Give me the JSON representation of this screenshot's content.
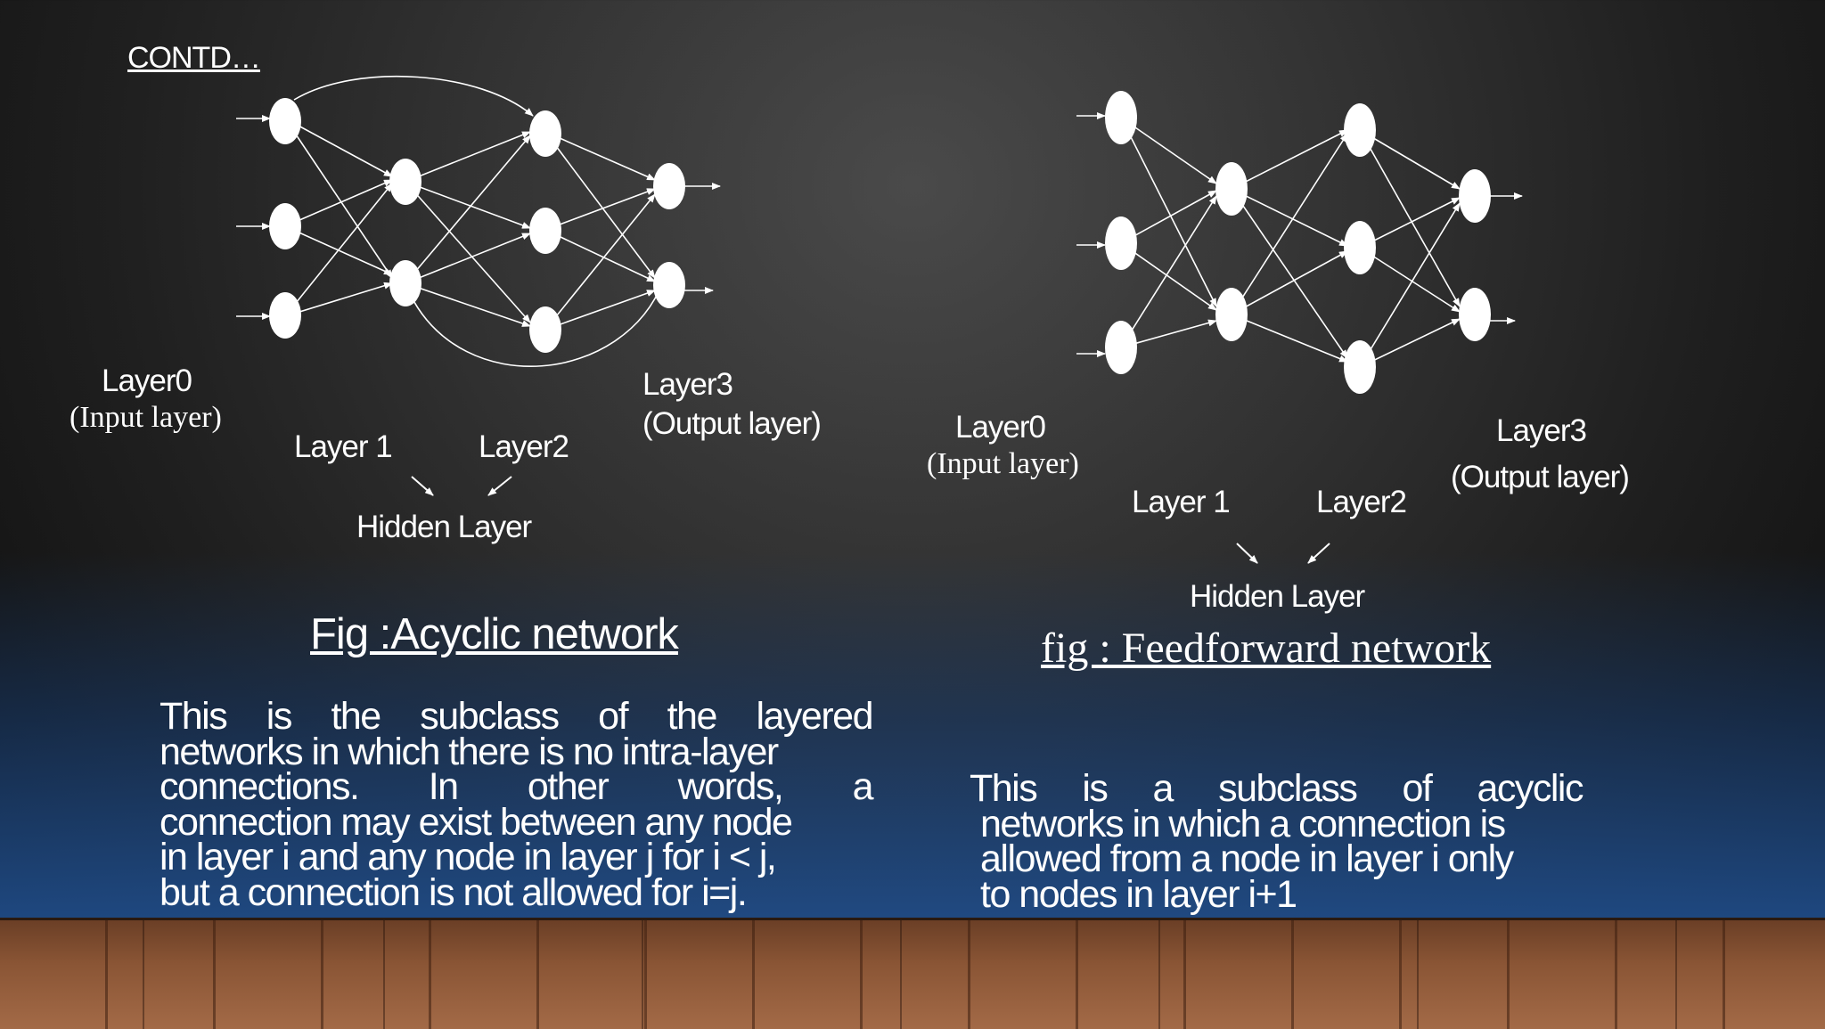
{
  "slide": {
    "heading": "CONTD…",
    "left_figure": {
      "layer0": "Layer0",
      "layer0_sub": "(Input layer)",
      "layer1": "Layer 1",
      "layer2": "Layer2",
      "layer3": "Layer3",
      "layer3_sub": "(Output layer)",
      "hidden": "Hidden Layer",
      "caption": "Fig :Acyclic network",
      "paragraph": [
        "This is the subclass of the layered",
        "networks in which there is no intra-layer",
        "connections. In other words, a",
        "connection may exist between any node",
        "in layer i and any node in layer j for i < j,",
        "but a connection is not allowed for i=j."
      ]
    },
    "right_figure": {
      "layer0": "Layer0",
      "layer0_sub": "(Input layer)",
      "layer1": "Layer 1",
      "layer2": "Layer2",
      "layer3": "Layer3",
      "layer3_sub": "(Output layer)",
      "hidden": "Hidden Layer",
      "caption": "fig : Feedforward network",
      "paragraph": [
        "This is a subclass of acyclic",
        "networks in which a connection is",
        "allowed from a node in layer i only",
        "to nodes in layer i+1"
      ]
    }
  },
  "colors": {
    "text": "#ffffff",
    "node": "#ffffff",
    "background": "#2b2b2b",
    "stage_blue": "#204e8c",
    "floor": "#8a5535"
  }
}
